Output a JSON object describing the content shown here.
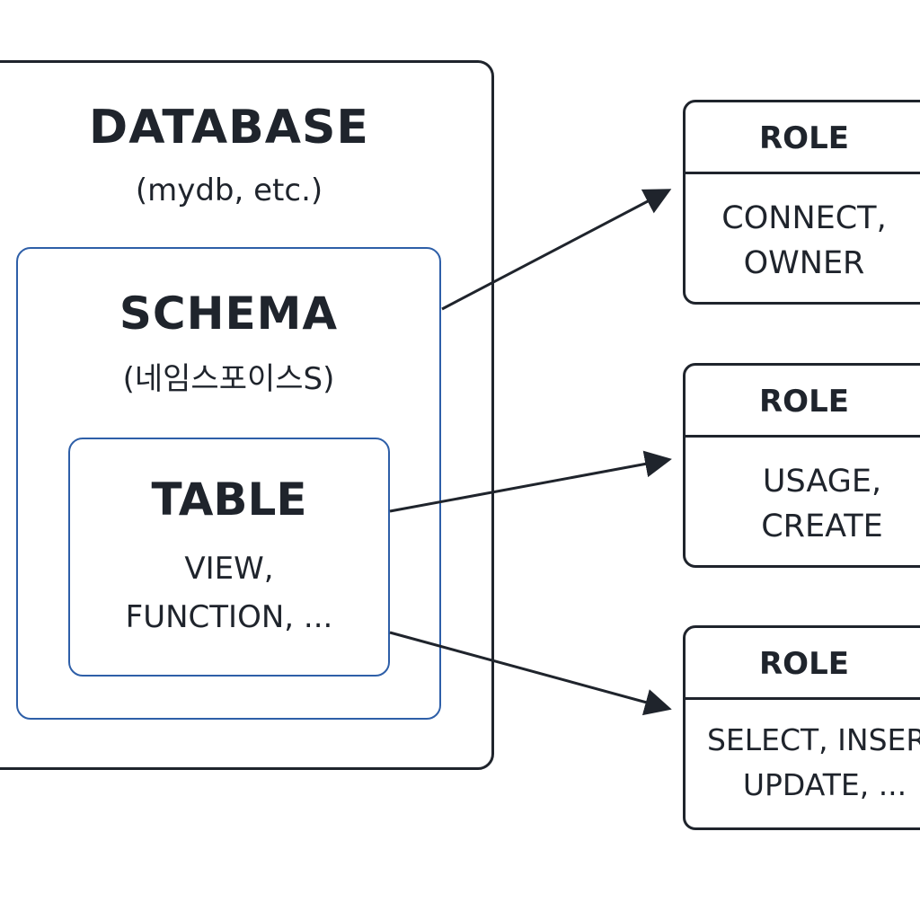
{
  "database": {
    "title": "DATABASE",
    "subtitle": "(mydb, etc.)"
  },
  "schema": {
    "title": "SCHEMA",
    "subtitle": "(네임스포이스S)"
  },
  "table": {
    "title": "TABLE",
    "subtitle": "VIEW,\nFUNCTION, ..."
  },
  "roles": [
    {
      "title": "ROLE",
      "privileges": "CONNECT,\nOWNER"
    },
    {
      "title": "ROLE",
      "privileges": "USAGE,\nCREATE"
    },
    {
      "title": "ROLE",
      "privileges": "SELECT, INSERT\nUPDATE, ..."
    }
  ],
  "colors": {
    "outline": "#1f242c",
    "nested_border": "#2e5fa8"
  }
}
